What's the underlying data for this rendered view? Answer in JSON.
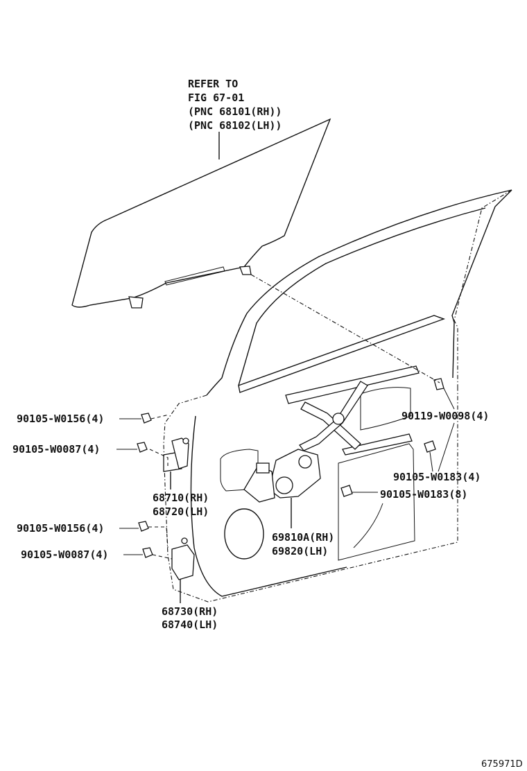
{
  "callouts": {
    "glass_refer_line1": "REFER TO",
    "glass_refer_line2": "FIG 67-01",
    "glass_refer_line3": "(PNC 68101(RH))",
    "glass_refer_line4": "(PNC 68102(LH))",
    "bolt_upper_hinge_1": "90105-W0156(4)",
    "bolt_upper_hinge_2": "90105-W0087(4)",
    "upper_hinge_rh": "68710(RH)",
    "upper_hinge_lh": "68720(LH)",
    "bolt_lower_hinge_1": "90105-W0156(4)",
    "bolt_lower_hinge_2": "90105-W0087(4)",
    "lower_hinge_rh": "68730(RH)",
    "lower_hinge_lh": "68740(LH)",
    "bolt_glass_channel": "90119-W0098(4)",
    "bolt_regulator_1": "90105-W0183(4)",
    "bolt_regulator_2": "90105-W0183(8)",
    "regulator_rh": "69810A(RH)",
    "regulator_lh": "69820(LH)"
  },
  "figure_id": "675971D"
}
